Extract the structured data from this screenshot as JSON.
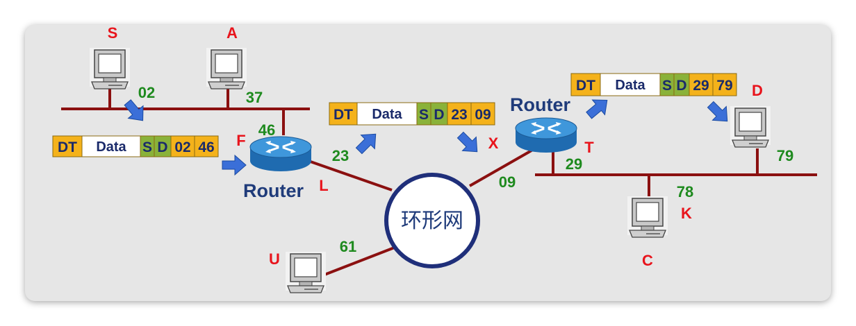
{
  "hosts": {
    "S": {
      "name": "S",
      "addr": "02"
    },
    "A": {
      "name": "A",
      "addr": "37"
    },
    "D": {
      "name": "D",
      "addr": "79"
    },
    "C": {
      "name": "C",
      "addr": "78",
      "iface": "K"
    },
    "U": {
      "name": "U",
      "addr": "61"
    }
  },
  "router_left": {
    "label": "Router",
    "iface_lan": "F",
    "addr_lan": "46",
    "iface_ring": "L",
    "addr_ring": "23"
  },
  "router_right": {
    "label": "Router",
    "iface_lan": "T",
    "addr_lan": "29",
    "addr_ring": "09"
  },
  "ring": {
    "label": "环形网",
    "iface_x": "X"
  },
  "packets": {
    "p1": {
      "dt": "DT",
      "data": "Data",
      "s": "S",
      "d": "D",
      "src": "02",
      "dst": "46"
    },
    "p2": {
      "dt": "DT",
      "data": "Data",
      "s": "S",
      "d": "D",
      "src": "23",
      "dst": "09"
    },
    "p3": {
      "dt": "DT",
      "data": "Data",
      "s": "S",
      "d": "D",
      "src": "29",
      "dst": "79"
    }
  },
  "colors": {
    "link": "#8b1010",
    "ring": "#1f2f7a",
    "arrow": "#3b6fd8",
    "packet_orange": "#f4b21b",
    "packet_green": "#8ab23a",
    "packet_text": "#1a2a6a"
  }
}
